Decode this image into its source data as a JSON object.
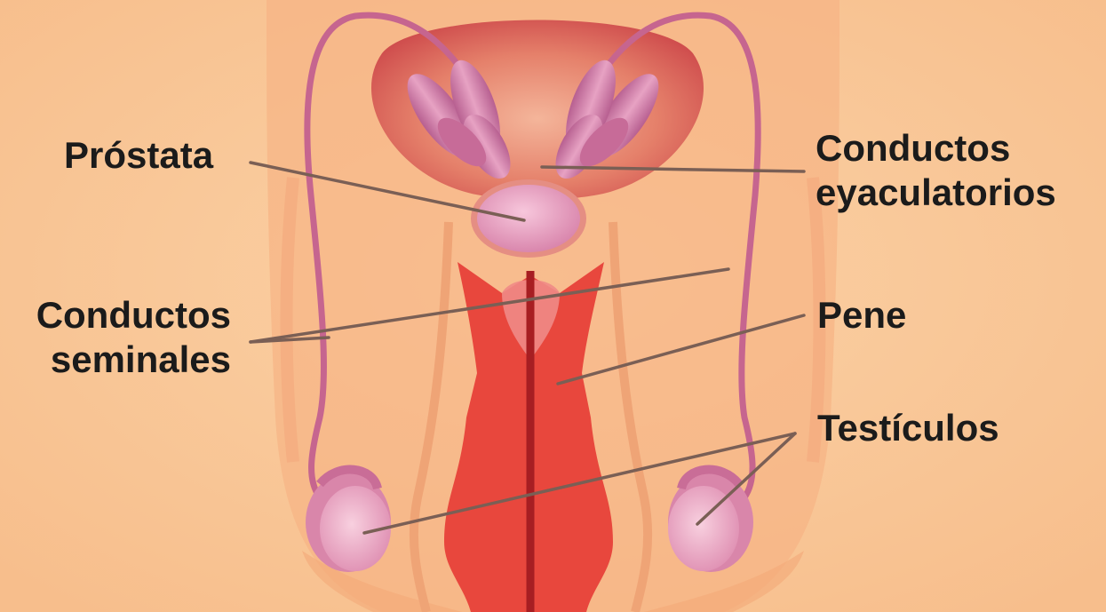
{
  "labels": {
    "prostata": "Próstata",
    "conductos_eyaculatorios": [
      "Conductos",
      "eyaculatorios"
    ],
    "conductos_seminales": [
      "Conductos",
      "seminales"
    ],
    "pene": "Pene",
    "testiculos": "Testículos"
  },
  "colors": {
    "background": "#f9c99a",
    "body_skin": "#f6b688",
    "bladder": "#d9625a",
    "vesicles": "#c9739e",
    "ducts": "#c05b8e",
    "penis": "#e8473d",
    "penis_dark": "#b8262a",
    "testicle": "#eaa0bb",
    "leader_line": "#7a5f55",
    "text": "#1b1b1b"
  }
}
